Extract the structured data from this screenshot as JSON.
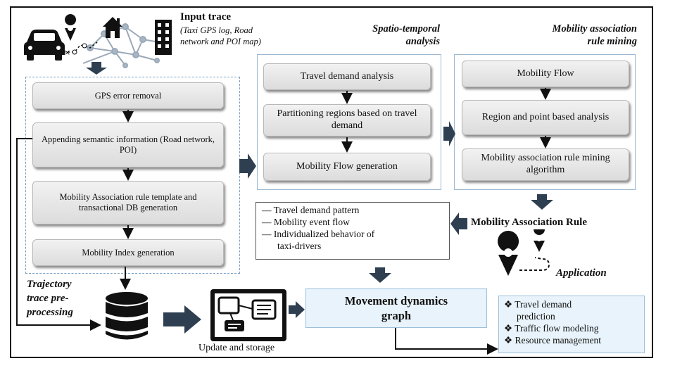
{
  "input": {
    "title": "Input trace",
    "subtitle_line1": "(Taxi GPS log, Road",
    "subtitle_line2": "network and POI map)"
  },
  "preprocessing": {
    "steps": [
      "GPS error removal",
      "Appending semantic information (Road network, POI)",
      "Mobility Association rule template and transactional DB generation",
      "Mobility Index generation"
    ],
    "label_line1": "Trajectory",
    "label_line2": "trace pre-",
    "label_line3": "processing"
  },
  "spatio": {
    "title_line1": "Spatio-temporal",
    "title_line2": "analysis",
    "steps": [
      "Travel demand analysis",
      "Partitioning regions based on travel demand",
      "Mobility Flow generation"
    ]
  },
  "rule_mining": {
    "title_line1": "Mobility association",
    "title_line2": "rule mining",
    "steps": [
      "Mobility Flow",
      "Region and point based analysis",
      "Mobility association rule mining algorithm"
    ]
  },
  "results": {
    "items": [
      "Travel demand pattern",
      "Mobility event flow",
      "Individualized behavior of",
      "taxi-drivers"
    ]
  },
  "association_rule_label": "Mobility Association Rule",
  "application_label": "Application",
  "storage_label": "Update and storage",
  "graph_label_line1": "Movement dynamics",
  "graph_label_line2": "graph",
  "applications": {
    "items": [
      "Travel demand",
      "prediction",
      "Traffic flow modeling",
      "Resource management"
    ]
  },
  "colors": {
    "arrow_dark": "#2f3f52",
    "panel_border": "#7a9fc0",
    "graph_fill": "#e8f3fb"
  }
}
